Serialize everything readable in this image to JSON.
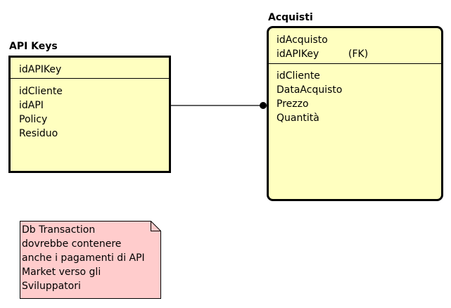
{
  "entities": {
    "api_keys": {
      "title": "API Keys",
      "key_attributes": [
        "idAPIKey"
      ],
      "attributes": [
        "idCliente",
        "idAPI",
        "Policy",
        "Residuo"
      ]
    },
    "acquisti": {
      "title": "Acquisti",
      "key_attributes": [
        "idAcquisto",
        "idAPIKey"
      ],
      "key_tags": [
        "",
        "(FK)"
      ],
      "attributes": [
        "idCliente",
        "DataAcquisto",
        "Prezzo",
        "Quantità"
      ]
    }
  },
  "note": {
    "lines": [
      "Db Transaction",
      "dovrebbe contenere",
      "anche i pagamenti di API",
      "Market verso gli",
      "Sviluppatori"
    ]
  },
  "colors": {
    "entity_fill": "#ffffc0",
    "note_fill": "#ffcccc",
    "line": "#000000"
  }
}
